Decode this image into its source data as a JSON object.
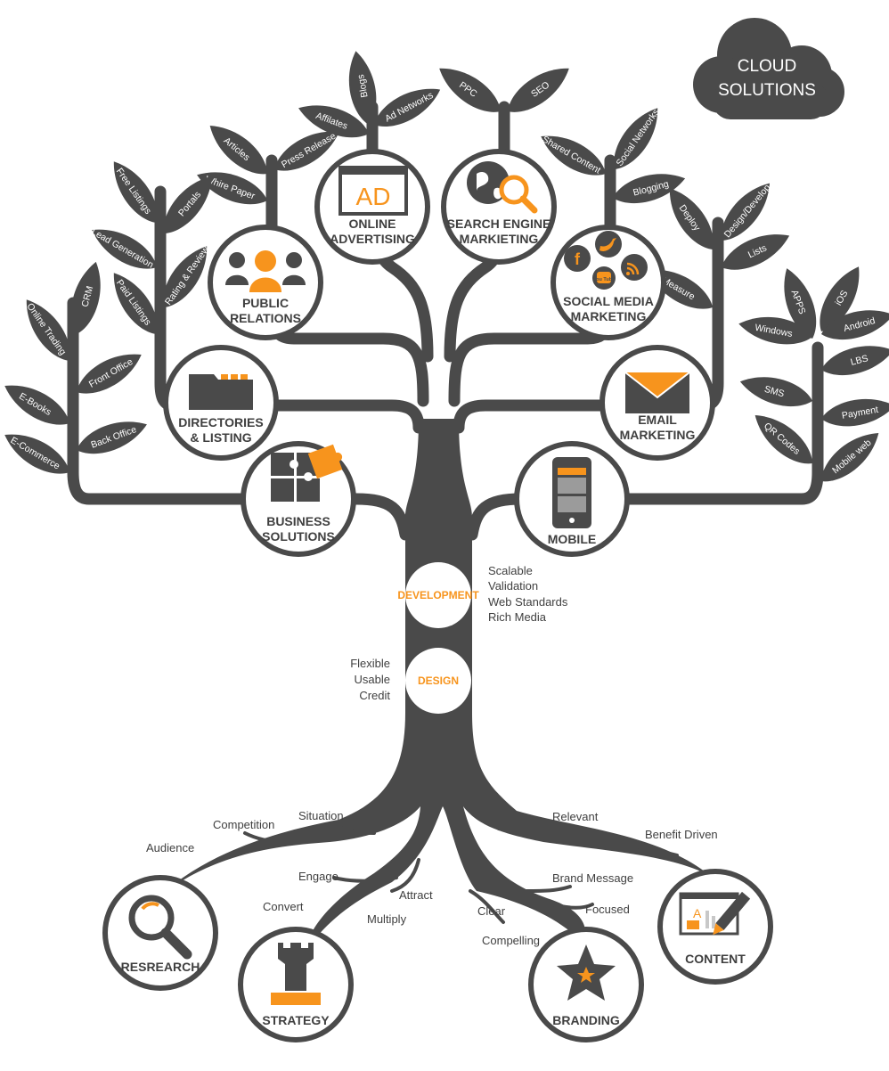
{
  "cloud": {
    "line1": "CLOUD",
    "line2": "SOLUTIONS"
  },
  "nodes": {
    "online_advertising": {
      "icon_text": "AD",
      "line1": "ONLINE",
      "line2": "ADVERTISING"
    },
    "search_engine": {
      "line1": "SEARCH ENGINE",
      "line2": "MARKIETING"
    },
    "public_relations": {
      "line1": "PUBLIC",
      "line2": "RELATIONS"
    },
    "social_media": {
      "line1": "SOCIAL MEDIA",
      "line2": "MARKETING",
      "youtube": "You Tube"
    },
    "directories": {
      "line1": "DIRECTORIES",
      "line2": "& LISTING"
    },
    "email": {
      "line1": "EMAIL",
      "line2": "MARKETING"
    },
    "business": {
      "line1": "BUSINESS",
      "line2": "SOLUTIONS"
    },
    "mobile": {
      "line1": "MOBILE"
    },
    "development": {
      "line1": "DEVELOPMENT"
    },
    "design": {
      "line1": "DESIGN"
    },
    "research": {
      "line1": "RESREARCH"
    },
    "strategy": {
      "line1": "STRATEGY"
    },
    "branding": {
      "line1": "BRANDING"
    },
    "content": {
      "line1": "CONTENT"
    }
  },
  "leaves": {
    "blogs": "Blogs",
    "ad_networks": "Ad Networks",
    "affiliates": "Affilates",
    "ppc": "PPC",
    "seo": "SEO",
    "articles": "Articles",
    "press_release": "Press Release",
    "white_paper": "Whire Paper",
    "shared_content": "Shared Content",
    "social_networks": "Social Networks",
    "blogging": "Blogging",
    "free_listings": "Free Listings",
    "portals": "Portals",
    "lead_generation": "Lead Generation",
    "rating_review": "Rating & Review",
    "paid_listings": "Paid Listings",
    "deploy": "Deploy",
    "design_develop": "Design/Develop",
    "lists": "Lists",
    "measure": "Measure",
    "crm": "CRM",
    "online_trading": "Online Trading",
    "front_office": "Front Office",
    "e_books": "E-Books",
    "back_office": "Back Office",
    "e_commerce": "E-Commerce",
    "apps": "APPS",
    "ios": "iOS",
    "windows": "Windows",
    "android": "Android",
    "lbs": "LBS",
    "sms": "SMS",
    "payment": "Payment",
    "qr_codes": "QR Codes",
    "mobile_web": "Mobile web"
  },
  "trunk_notes": {
    "development": [
      "Scalable",
      "Validation",
      "Web Standards",
      "Rich Media"
    ],
    "design": [
      "Flexible",
      "Usable",
      "Credit"
    ]
  },
  "root_labels": {
    "situation": "Situation",
    "competition": "Competition",
    "audience": "Audience",
    "engage": "Engage",
    "attract": "Attract",
    "convert": "Convert",
    "multiply": "Multiply",
    "relevant": "Relevant",
    "benefit_driven": "Benefit Driven",
    "brand_message": "Brand Message",
    "focused": "Focused",
    "clear": "Clear",
    "compelling": "Compelling"
  },
  "colors": {
    "dark": "#4a4a4a",
    "accent": "#f7941d",
    "white": "#ffffff"
  }
}
